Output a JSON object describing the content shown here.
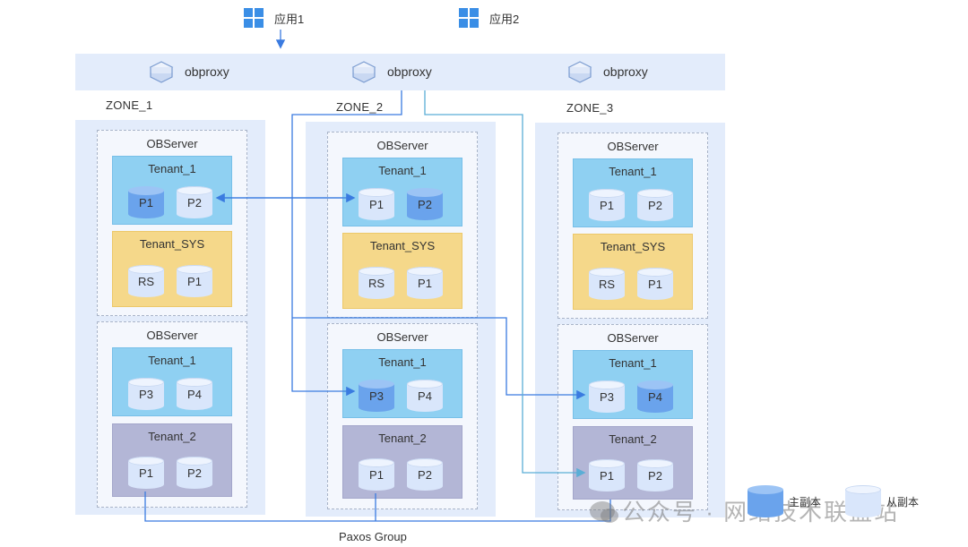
{
  "apps": [
    {
      "label": "应用1",
      "icon": "windows-icon"
    },
    {
      "label": "应用2",
      "icon": "windows-icon"
    }
  ],
  "proxies": [
    "obproxy",
    "obproxy",
    "obproxy"
  ],
  "zones": [
    {
      "label": "ZONE_1",
      "servers": [
        {
          "title": "OBServer",
          "tenants": [
            {
              "name": "Tenant_1",
              "color": "blue",
              "replicas": [
                {
                  "label": "P1",
                  "role": "leader"
                },
                {
                  "label": "P2",
                  "role": "follower"
                }
              ]
            },
            {
              "name": "Tenant_SYS",
              "color": "yellow",
              "replicas": [
                {
                  "label": "RS",
                  "role": "follower"
                },
                {
                  "label": "P1",
                  "role": "follower"
                }
              ]
            }
          ]
        },
        {
          "title": "OBServer",
          "tenants": [
            {
              "name": "Tenant_1",
              "color": "blue",
              "replicas": [
                {
                  "label": "P3",
                  "role": "follower"
                },
                {
                  "label": "P4",
                  "role": "follower"
                }
              ]
            },
            {
              "name": "Tenant_2",
              "color": "gray",
              "replicas": [
                {
                  "label": "P1",
                  "role": "follower"
                },
                {
                  "label": "P2",
                  "role": "follower"
                }
              ]
            }
          ]
        }
      ]
    },
    {
      "label": "ZONE_2",
      "servers": [
        {
          "title": "OBServer",
          "tenants": [
            {
              "name": "Tenant_1",
              "color": "blue",
              "replicas": [
                {
                  "label": "P1",
                  "role": "follower"
                },
                {
                  "label": "P2",
                  "role": "leader"
                }
              ]
            },
            {
              "name": "Tenant_SYS",
              "color": "yellow",
              "replicas": [
                {
                  "label": "RS",
                  "role": "follower"
                },
                {
                  "label": "P1",
                  "role": "follower"
                }
              ]
            }
          ]
        },
        {
          "title": "OBServer",
          "tenants": [
            {
              "name": "Tenant_1",
              "color": "blue",
              "replicas": [
                {
                  "label": "P3",
                  "role": "leader"
                },
                {
                  "label": "P4",
                  "role": "follower"
                }
              ]
            },
            {
              "name": "Tenant_2",
              "color": "gray",
              "replicas": [
                {
                  "label": "P1",
                  "role": "follower"
                },
                {
                  "label": "P2",
                  "role": "follower"
                }
              ]
            }
          ]
        }
      ]
    },
    {
      "label": "ZONE_3",
      "servers": [
        {
          "title": "OBServer",
          "tenants": [
            {
              "name": "Tenant_1",
              "color": "blue",
              "replicas": [
                {
                  "label": "P1",
                  "role": "follower"
                },
                {
                  "label": "P2",
                  "role": "follower"
                }
              ]
            },
            {
              "name": "Tenant_SYS",
              "color": "yellow",
              "replicas": [
                {
                  "label": "RS",
                  "role": "follower"
                },
                {
                  "label": "P1",
                  "role": "follower"
                }
              ]
            }
          ]
        },
        {
          "title": "OBServer",
          "tenants": [
            {
              "name": "Tenant_1",
              "color": "blue",
              "replicas": [
                {
                  "label": "P3",
                  "role": "follower"
                },
                {
                  "label": "P4",
                  "role": "leader"
                }
              ]
            },
            {
              "name": "Tenant_2",
              "color": "gray",
              "replicas": [
                {
                  "label": "P1",
                  "role": "follower"
                },
                {
                  "label": "P2",
                  "role": "follower"
                }
              ]
            }
          ]
        }
      ]
    }
  ],
  "paxos_label": "Paxos Group",
  "legend": {
    "leader": "主副本",
    "follower": "从副本"
  },
  "watermark": "公众号 · 网络技术联盟站",
  "colors": {
    "zone_bg": "#e3ecfb",
    "tenant_blue": "#8fd0f2",
    "tenant_yellow": "#f5d88a",
    "tenant_gray": "#b3b6d6",
    "leader": "#6aa3ec",
    "follower": "#d9e6fb",
    "line_blue": "#3a7be0",
    "line_cyan": "#5aaed6"
  }
}
